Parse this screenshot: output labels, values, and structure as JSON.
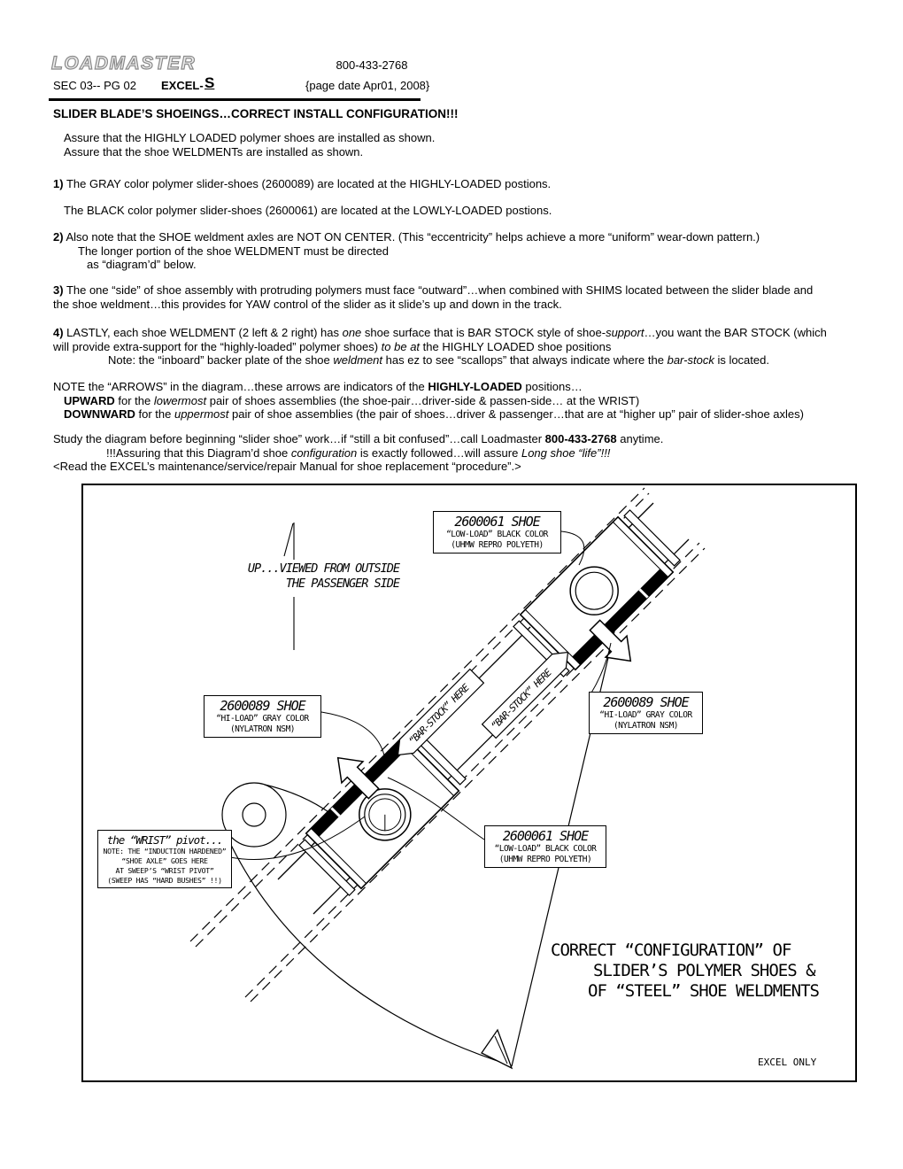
{
  "header": {
    "logo": "LOADMASTER",
    "phone": "800-433-2768",
    "sec_page": "SEC 03-- PG 02",
    "excel_label": "EXCEL-",
    "excel_s": "S",
    "page_date": "{page date Apr01, 2008}",
    "title": "SLIDER BLADE’S SHOEINGS…CORRECT INSTALL CONFIGURATION!!!"
  },
  "body": {
    "assure": [
      "Assure that the HIGHLY LOADED polymer shoes are installed as shown.",
      "Assure that the shoe WELDMENTs are installed as shown."
    ],
    "item1": [
      {
        "t": "1)",
        "b": true
      },
      {
        "t": " The GRAY color polymer slider-shoes (2600089) are located at the HIGHLY-LOADED postions."
      }
    ],
    "item1b": "The BLACK color polymer slider-shoes (2600061) are located at the LOWLY-LOADED postions.",
    "item2_l1": [
      {
        "t": "2)",
        "b": true
      },
      {
        "t": " Also note that the SHOE weldment axles are NOT ON CENTER. (This “eccentricity” helps achieve a more “uniform” wear-down pattern.)"
      }
    ],
    "item2_l2": "The longer portion of the shoe WELDMENT must be directed",
    "item2_l3": "as “diagram’d”  below.",
    "item3_l1": [
      {
        "t": "3)",
        "b": true
      },
      {
        "t": " The one “side” of shoe assembly with protruding polymers must face “outward”…when combined with SHIMS located between the slider blade and"
      }
    ],
    "item3_l2": "the shoe weldment…this provides for YAW control of the slider as it slide’s up and down in the track.",
    "item4_l1": [
      {
        "t": "4)",
        "b": true
      },
      {
        "t": " LASTLY, each shoe WELDMENT (2 left & 2 right) has "
      },
      {
        "t": "one",
        "i": true
      },
      {
        "t": " shoe surface that is BAR STOCK style of shoe-"
      },
      {
        "t": "support",
        "i": true
      },
      {
        "t": "…you want the BAR STOCK (which"
      }
    ],
    "item4_l2": [
      {
        "t": "will provide extra-support for the “highly-loaded” polymer shoes) "
      },
      {
        "t": "to be at",
        "i": true
      },
      {
        "t": " the HIGHLY LOADED shoe positions"
      }
    ],
    "item4_l3": [
      {
        "t": "Note: the “inboard” backer plate of the shoe "
      },
      {
        "t": "weldment",
        "i": true
      },
      {
        "t": " has ez to see “scallops” that always indicate where the "
      },
      {
        "t": "bar-stock",
        "i": true
      },
      {
        "t": " is located."
      }
    ],
    "note_l1": [
      {
        "t": "NOTE the “ARROWS” in the diagram…these arrows are indicators of the "
      },
      {
        "t": "HIGHLY-LOADED",
        "b": true
      },
      {
        "t": " positions…"
      }
    ],
    "note_l2": [
      {
        "t": "UPWARD",
        "b": true
      },
      {
        "t": " for the "
      },
      {
        "t": "lowermost",
        "i": true
      },
      {
        "t": " pair of shoes assemblies (the shoe-pair…driver-side & passen-side… at the WRIST)"
      }
    ],
    "note_l3": [
      {
        "t": "DOWNWARD",
        "b": true
      },
      {
        "t": " for the "
      },
      {
        "t": "uppermost",
        "i": true
      },
      {
        "t": " pair of shoe assemblies (the pair of shoes…driver & passenger…that are at “higher up” pair of slider-shoe axles)"
      }
    ],
    "study_l1": [
      {
        "t": "Study the diagram before beginning “slider shoe” work…if “still a bit confused”…call Loadmaster "
      },
      {
        "t": "800-433-2768",
        "b": true
      },
      {
        "t": " anytime."
      }
    ],
    "study_l2": [
      {
        "t": "!!!Assuring that this Diagram’d shoe "
      },
      {
        "t": "configuration",
        "i": true
      },
      {
        "t": " is exactly followed…will assure "
      },
      {
        "t": "Long shoe “life”!!!",
        "i": true
      }
    ],
    "study_l3": "<Read the EXCEL’s maintenance/service/repair Manual for shoe replacement “procedure”.>"
  },
  "diagram": {
    "up_label_1": "UP...VIEWED FROM OUTSIDE",
    "up_label_2": "THE PASSENGER SIDE",
    "callout_top": {
      "title": "2600061 SHOE",
      "line1": "“LOW-LOAD” BLACK COLOR",
      "line2": "(UHMW REPRO POLYETH)"
    },
    "callout_left": {
      "title": "2600089 SHOE",
      "line1": "“HI-LOAD” GRAY COLOR",
      "line2": "(NYLATRON NSM)"
    },
    "callout_right": {
      "title": "2600089 SHOE",
      "line1": "“HI-LOAD” GRAY COLOR",
      "line2": "(NYLATRON NSM)"
    },
    "callout_mid": {
      "title": "2600061 SHOE",
      "line1": "“LOW-LOAD” BLACK COLOR",
      "line2": "(UHMW REPRO POLYETH)"
    },
    "callout_wrist": {
      "title": "the “WRIST” pivot...",
      "l1": "NOTE: THE “INDUCTION HARDENED”",
      "l2": "“SHOE AXLE” GOES HERE",
      "l3": "AT SWEEP’S “WRIST PIVOT”",
      "l4": "(SWEEP HAS “HARD BUSHES” !!)"
    },
    "barstock_label": "“BAR-STOCK” HERE",
    "big_title_1": "CORRECT “CONFIGURATION” OF",
    "big_title_2": "SLIDER’S POLYMER SHOES &",
    "big_title_3": "OF “STEEL” SHOE WELDMENTS",
    "excel_only": "EXCEL ONLY"
  }
}
